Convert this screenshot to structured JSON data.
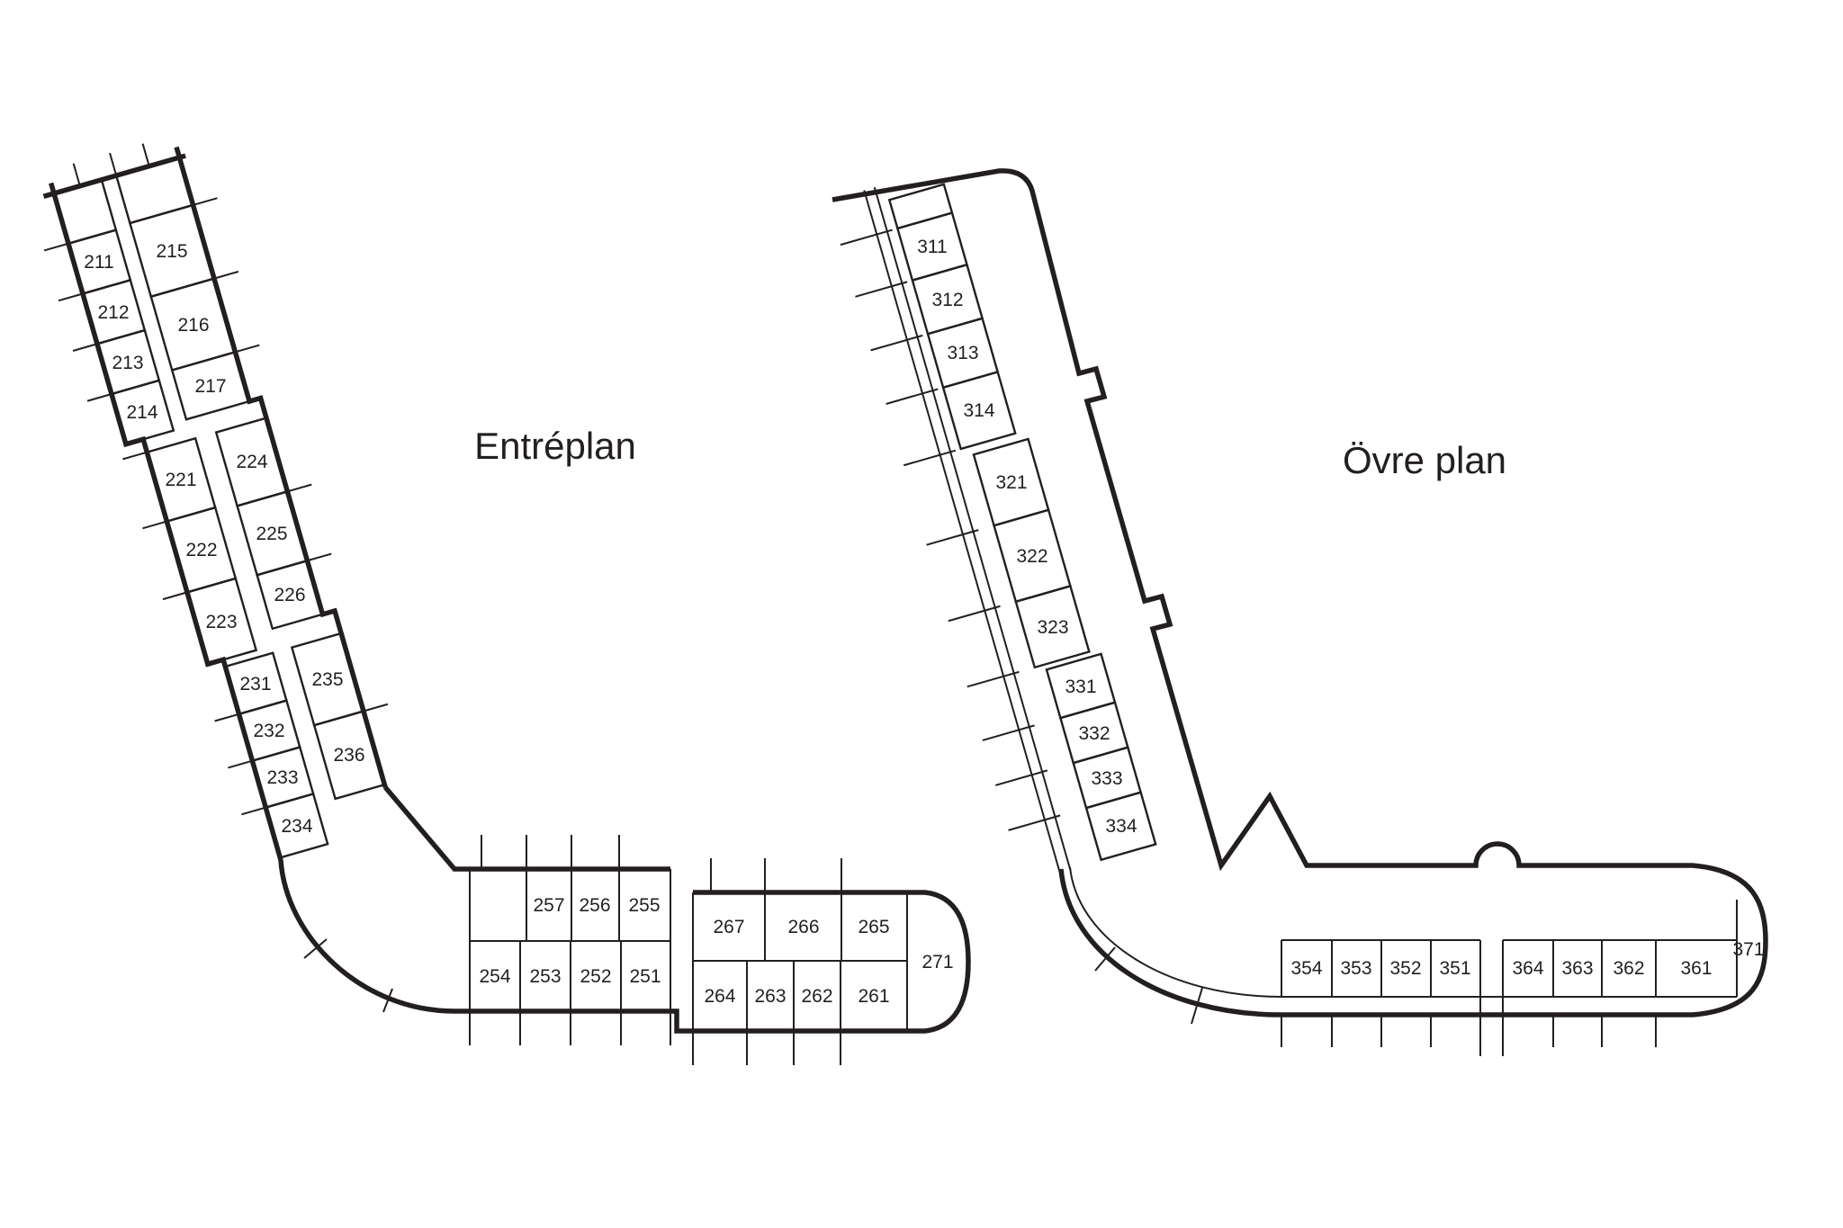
{
  "diagram": {
    "background": "#ffffff",
    "ink": "#231f20"
  },
  "entreplan": {
    "title": "Entréplan",
    "block_a_left": [
      "211",
      "212",
      "213",
      "214"
    ],
    "block_a_right": [
      "215",
      "216",
      "217"
    ],
    "block_b_left": [
      "221",
      "222",
      "223"
    ],
    "block_b_right": [
      "224",
      "225",
      "226"
    ],
    "block_c_left": [
      "231",
      "232",
      "233",
      "234"
    ],
    "block_c_right": [
      "235",
      "236"
    ],
    "south_upper": [
      "257",
      "256",
      "255",
      "267",
      "266",
      "265"
    ],
    "south_lower": [
      "254",
      "253",
      "252",
      "251",
      "264",
      "263",
      "262",
      "261"
    ],
    "end_room": "271"
  },
  "ovreplan": {
    "title": "Övre plan",
    "block_a": [
      "311",
      "312",
      "313",
      "314"
    ],
    "block_b": [
      "321",
      "322",
      "323"
    ],
    "block_c": [
      "331",
      "332",
      "333",
      "334"
    ],
    "south_left": [
      "354",
      "353",
      "352",
      "351"
    ],
    "south_right": [
      "364",
      "363",
      "362",
      "361"
    ],
    "end_room": "371"
  }
}
